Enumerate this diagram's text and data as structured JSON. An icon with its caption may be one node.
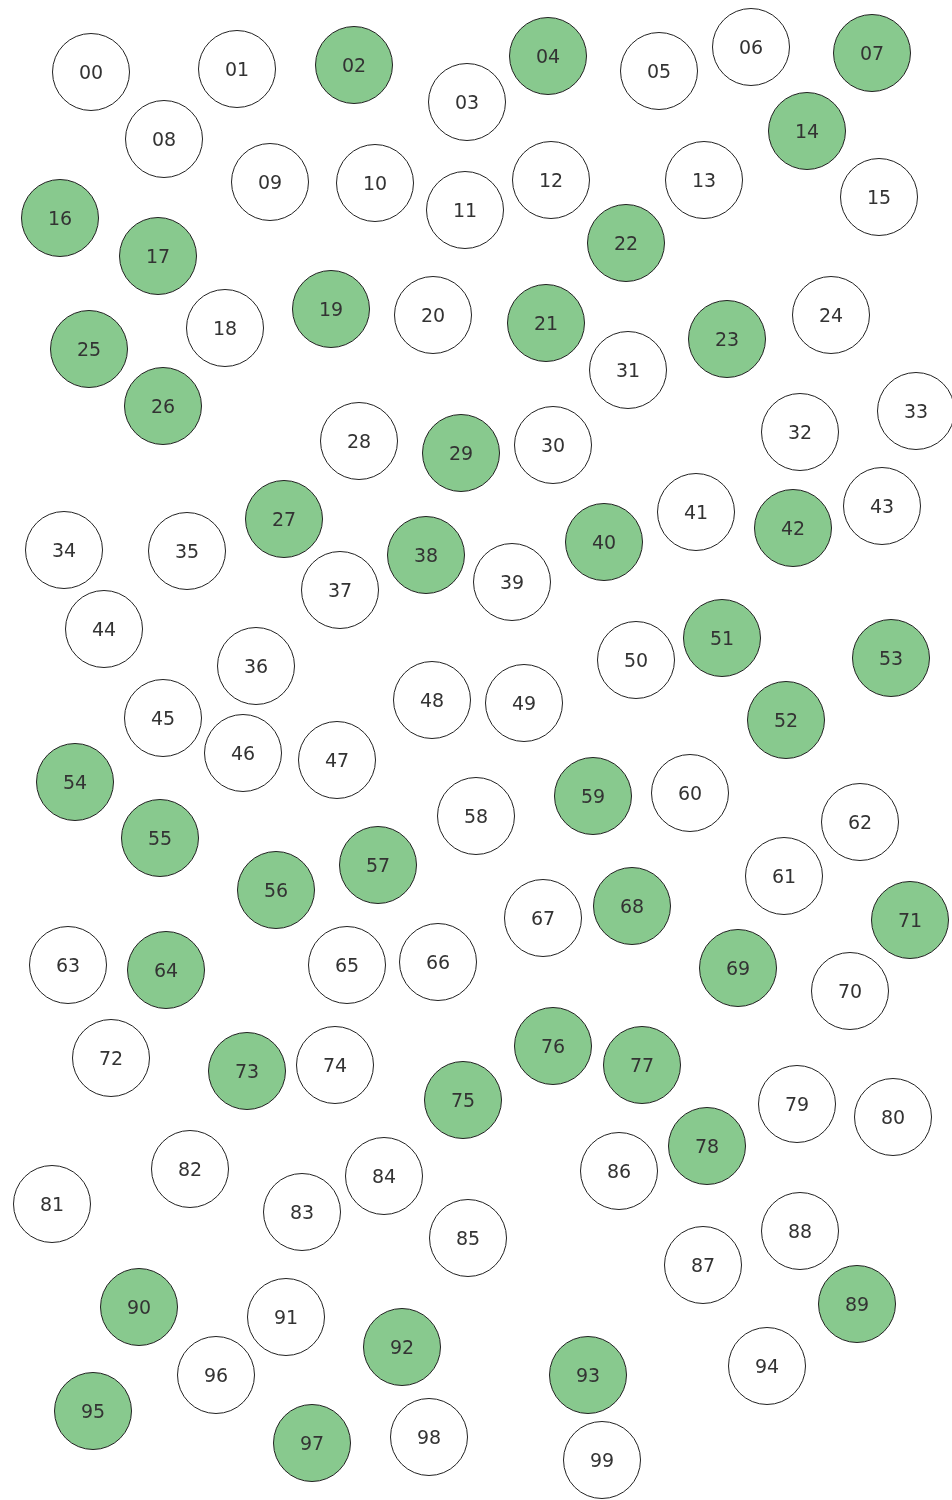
{
  "diagram": {
    "nodes": [
      {
        "text": [
          "00"
        ]
      },
      {
        "text": [
          "01"
        ]
      },
      {
        "text": [
          "02"
        ]
      },
      {
        "text": [
          "03"
        ]
      },
      {
        "text": [
          "04"
        ]
      },
      {
        "text": [
          "05"
        ]
      },
      {
        "text": [
          "06"
        ]
      },
      {
        "text": [
          "07"
        ]
      },
      {
        "text": [
          "08"
        ]
      },
      {
        "text": [
          "09"
        ]
      },
      {
        "text": [
          "10"
        ]
      },
      {
        "text": [
          "11"
        ]
      },
      {
        "text": [
          "12"
        ]
      },
      {
        "text": [
          "13"
        ]
      },
      {
        "text": [
          "14"
        ]
      },
      {
        "text": [
          "15"
        ]
      },
      {
        "text": [
          "16"
        ]
      },
      {
        "text": [
          "17"
        ]
      },
      {
        "text": [
          "18"
        ]
      },
      {
        "text": [
          "19"
        ]
      },
      {
        "text": [
          "20"
        ]
      },
      {
        "text": [
          "21"
        ]
      },
      {
        "text": [
          "22"
        ]
      },
      {
        "text": [
          "23"
        ]
      },
      {
        "text": [
          "24"
        ]
      },
      {
        "text": [
          "25"
        ]
      },
      {
        "text": [
          "26"
        ]
      },
      {
        "text": [
          "27"
        ]
      },
      {
        "text": [
          "28"
        ]
      },
      {
        "text": [
          "29"
        ]
      },
      {
        "text": [
          "30"
        ]
      },
      {
        "text": [
          "31"
        ]
      },
      {
        "text": [
          "32"
        ]
      },
      {
        "text": [
          "33"
        ]
      },
      {
        "text": [
          "34"
        ]
      },
      {
        "text": [
          "35"
        ]
      },
      {
        "text": [
          "36"
        ]
      },
      {
        "text": [
          "37"
        ]
      },
      {
        "text": [
          "38"
        ]
      },
      {
        "text": [
          "39"
        ]
      },
      {
        "text": [
          "40"
        ]
      },
      {
        "text": [
          "41"
        ]
      },
      {
        "text": [
          "42"
        ]
      },
      {
        "text": [
          "43"
        ]
      },
      {
        "text": [
          "44"
        ]
      },
      {
        "text": [
          "45"
        ]
      },
      {
        "text": [
          "46"
        ]
      },
      {
        "text": [
          "47"
        ]
      },
      {
        "text": [
          "48"
        ]
      },
      {
        "text": [
          "49"
        ]
      },
      {
        "text": [
          "50"
        ]
      },
      {
        "text": [
          "51"
        ]
      },
      {
        "text": [
          "52"
        ]
      },
      {
        "text": [
          "53"
        ]
      },
      {
        "text": [
          "54"
        ]
      },
      {
        "text": [
          "55"
        ]
      },
      {
        "text": [
          "56"
        ]
      },
      {
        "text": [
          "57"
        ]
      },
      {
        "text": [
          "58"
        ]
      },
      {
        "text": [
          "59"
        ]
      },
      {
        "text": [
          "60"
        ]
      },
      {
        "text": [
          "61"
        ]
      },
      {
        "text": [
          "62"
        ]
      },
      {
        "text": [
          "63"
        ]
      },
      {
        "text": [
          "64"
        ]
      },
      {
        "text": [
          "65"
        ]
      },
      {
        "text": [
          "66"
        ]
      },
      {
        "text": [
          "67"
        ]
      },
      {
        "text": [
          "68"
        ]
      },
      {
        "text": [
          "69"
        ]
      },
      {
        "text": [
          "70"
        ]
      },
      {
        "text": [
          "71"
        ]
      },
      {
        "text": [
          "72"
        ]
      },
      {
        "text": [
          "73"
        ]
      },
      {
        "text": [
          "74"
        ]
      },
      {
        "text": [
          "75"
        ]
      },
      {
        "text": [
          "76"
        ]
      },
      {
        "text": [
          "77"
        ]
      },
      {
        "text": [
          "78"
        ]
      },
      {
        "text": [
          "79"
        ]
      },
      {
        "text": [
          "80"
        ]
      },
      {
        "text": [
          "81"
        ]
      },
      {
        "text": [
          "82"
        ]
      },
      {
        "text": [
          "83"
        ]
      },
      {
        "text": [
          "84"
        ]
      },
      {
        "text": [
          "85"
        ]
      },
      {
        "text": [
          "86"
        ]
      },
      {
        "text": [
          "87"
        ]
      },
      {
        "text": [
          "88"
        ]
      },
      {
        "text": [
          "89"
        ]
      },
      {
        "text": [
          "90"
        ]
      },
      {
        "text": [
          "91"
        ]
      },
      {
        "text": [
          "92"
        ]
      },
      {
        "text": [
          "93"
        ]
      },
      {
        "text": [
          "94"
        ]
      },
      {
        "text": [
          "95"
        ]
      },
      {
        "text": [
          "96"
        ]
      },
      {
        "text": [
          "97"
        ]
      },
      {
        "text": [
          "98"
        ]
      },
      {
        "text": [
          "99"
        ]
      }
    ]
  }
}
